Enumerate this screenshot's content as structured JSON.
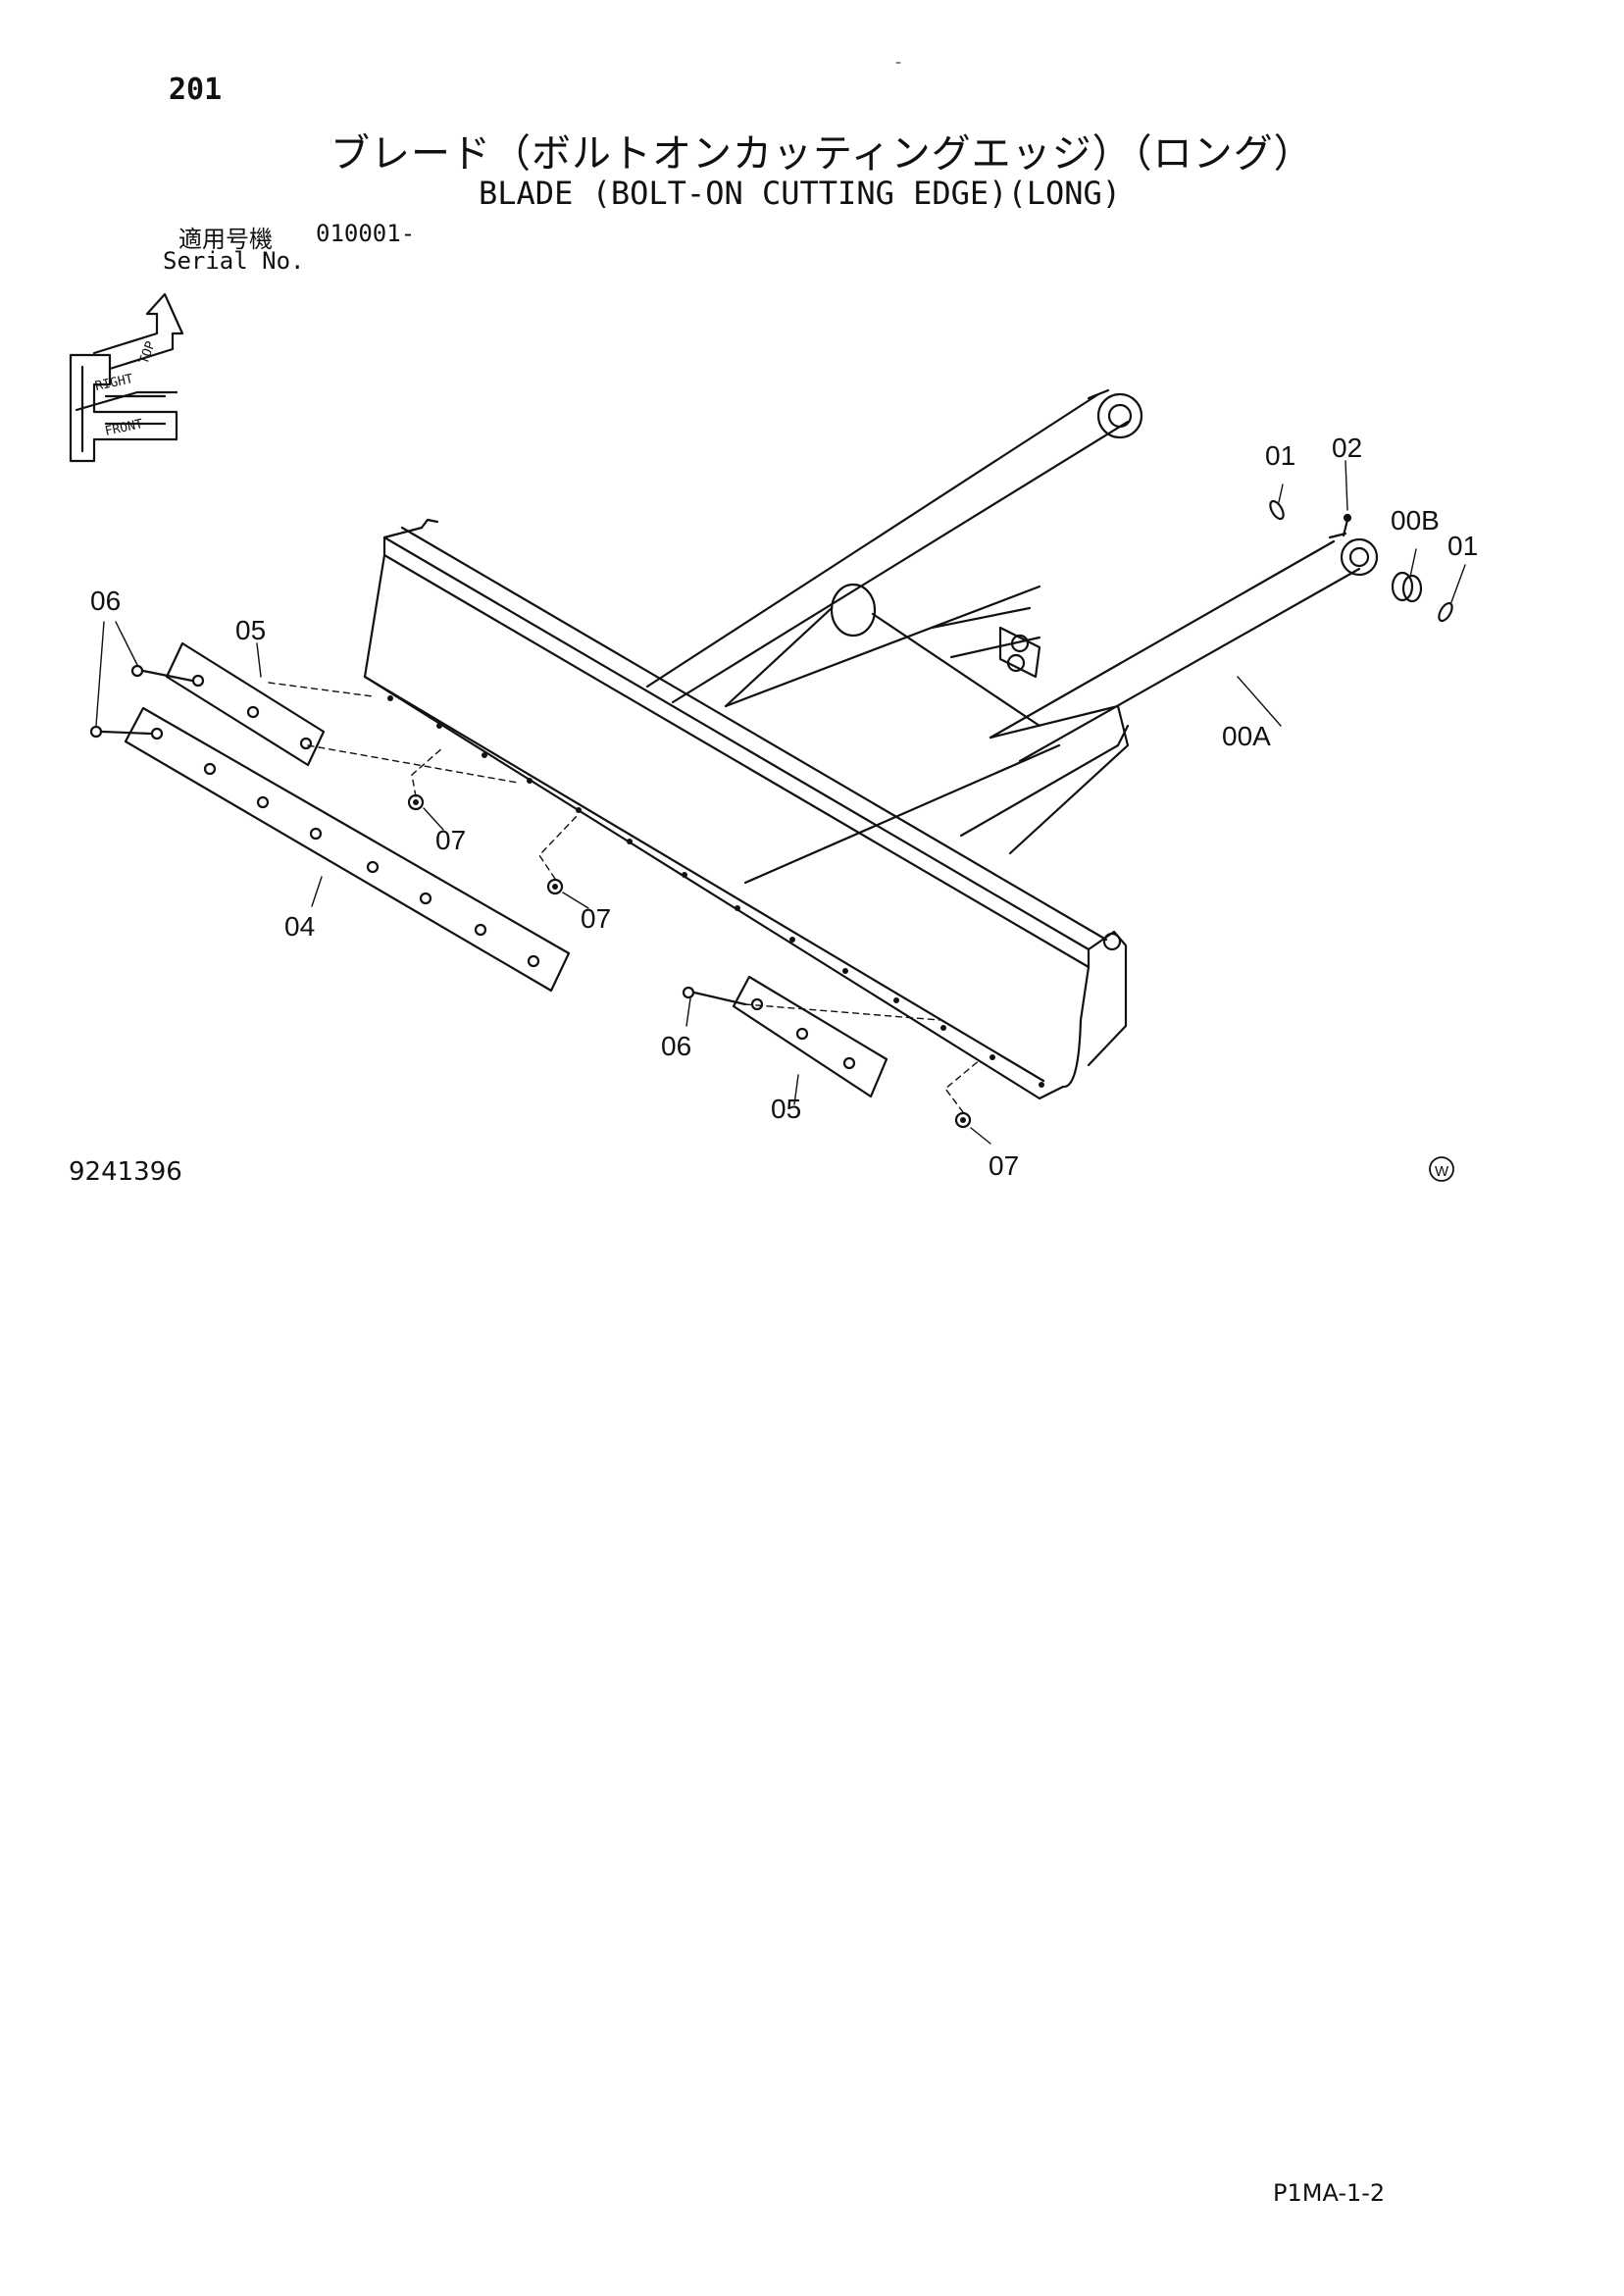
{
  "page_number": "201",
  "title_jp": "ブレード（ボルトオンカッティングエッジ）（ロング）",
  "title_en": "BLADE (BOLT-ON CUTTING EDGE)(LONG)",
  "serial": {
    "label_jp": "適用号機",
    "value": "010001-",
    "label_en": "Serial No."
  },
  "orientation_icon": {
    "label_front": "FRONT",
    "label_top": "TOP",
    "label_right": "RIGHT"
  },
  "callouts": {
    "c01a": "01",
    "c02": "02",
    "c00B": "00B",
    "c01b": "01",
    "c00A": "00A",
    "c06a": "06",
    "c05a": "05",
    "c07a": "07",
    "c07b": "07",
    "c04": "04",
    "c06b": "06",
    "c05b": "05",
    "c07c": "07"
  },
  "drawing_number": "9241396",
  "watermark": "W",
  "page_code": "P1MA-1-2"
}
